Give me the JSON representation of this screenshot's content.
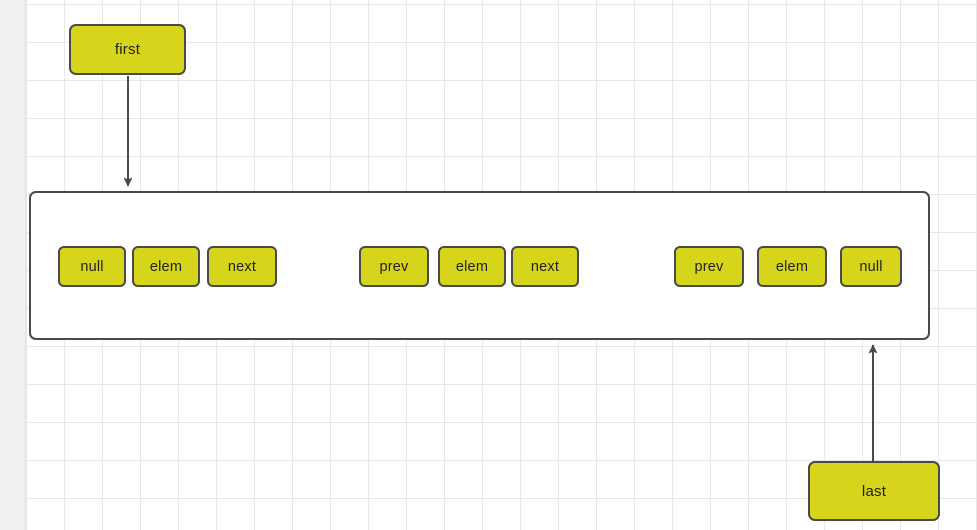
{
  "diagram": {
    "title": "doubly-linked-list-structure",
    "colors": {
      "node_fill": "#d6d51c",
      "node_stroke": "#4a4a4a",
      "edge_stroke": "#4a4a4a",
      "canvas_background": "#ffffff",
      "gutter_background": "#f0f0f0",
      "grid_minor": "#e8e8e8",
      "grid_major": "#d8d8d8"
    },
    "pointers": {
      "first": "first",
      "last": "last"
    },
    "nodes": [
      {
        "id": "node-1",
        "fields": [
          {
            "key": "prev",
            "label": "null"
          },
          {
            "key": "elem",
            "label": "elem"
          },
          {
            "key": "next",
            "label": "next"
          }
        ]
      },
      {
        "id": "node-2",
        "fields": [
          {
            "key": "prev",
            "label": "prev"
          },
          {
            "key": "elem",
            "label": "elem"
          },
          {
            "key": "next",
            "label": "next"
          }
        ]
      },
      {
        "id": "node-3",
        "fields": [
          {
            "key": "prev",
            "label": "prev"
          },
          {
            "key": "elem",
            "label": "elem"
          },
          {
            "key": "next",
            "label": "null"
          }
        ]
      }
    ],
    "edges": [
      {
        "id": "edge-first-to-node1",
        "from": "first",
        "to": "node-1.elem",
        "direction": "down"
      },
      {
        "id": "edge-node2-prev-to-node1-elem",
        "from": "node-2.prev",
        "to": "node-1.elem",
        "direction": "over-top"
      },
      {
        "id": "edge-node1-next-to-node2-elem",
        "from": "node-1.next",
        "to": "node-2.elem",
        "direction": "under-bottom"
      },
      {
        "id": "edge-node3-prev-to-node2-elem",
        "from": "node-3.prev",
        "to": "node-2.elem",
        "direction": "over-top"
      },
      {
        "id": "edge-node2-next-to-node3-elem",
        "from": "node-2.next",
        "to": "node-3.elem",
        "direction": "under-bottom"
      },
      {
        "id": "edge-last-to-node3",
        "from": "last",
        "to": "node-3",
        "direction": "up"
      }
    ]
  }
}
